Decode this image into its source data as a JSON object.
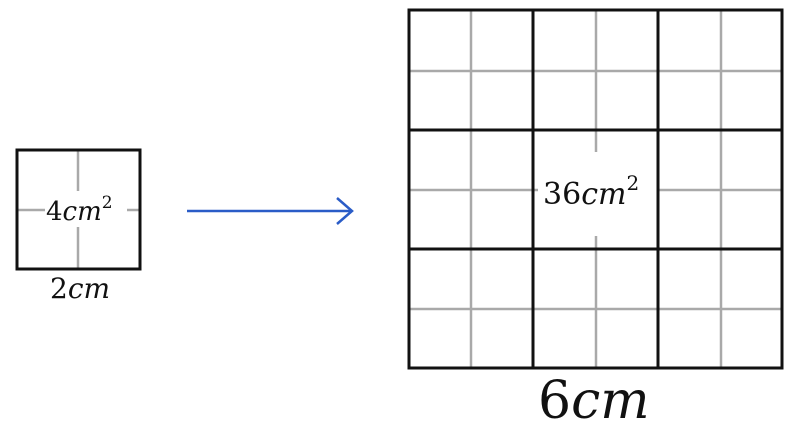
{
  "small_square": {
    "area_number": "4",
    "area_unit": "cm",
    "area_exponent": "2",
    "side_number": "2",
    "side_unit": "cm"
  },
  "large_square": {
    "area_number": "36",
    "area_unit": "cm",
    "area_exponent": "2",
    "side_number": "6",
    "side_unit": "cm"
  },
  "colors": {
    "outline": "#111111",
    "grid_line": "#a9a9a9",
    "arrow": "#2a5cc7",
    "background": "#ffffff"
  }
}
